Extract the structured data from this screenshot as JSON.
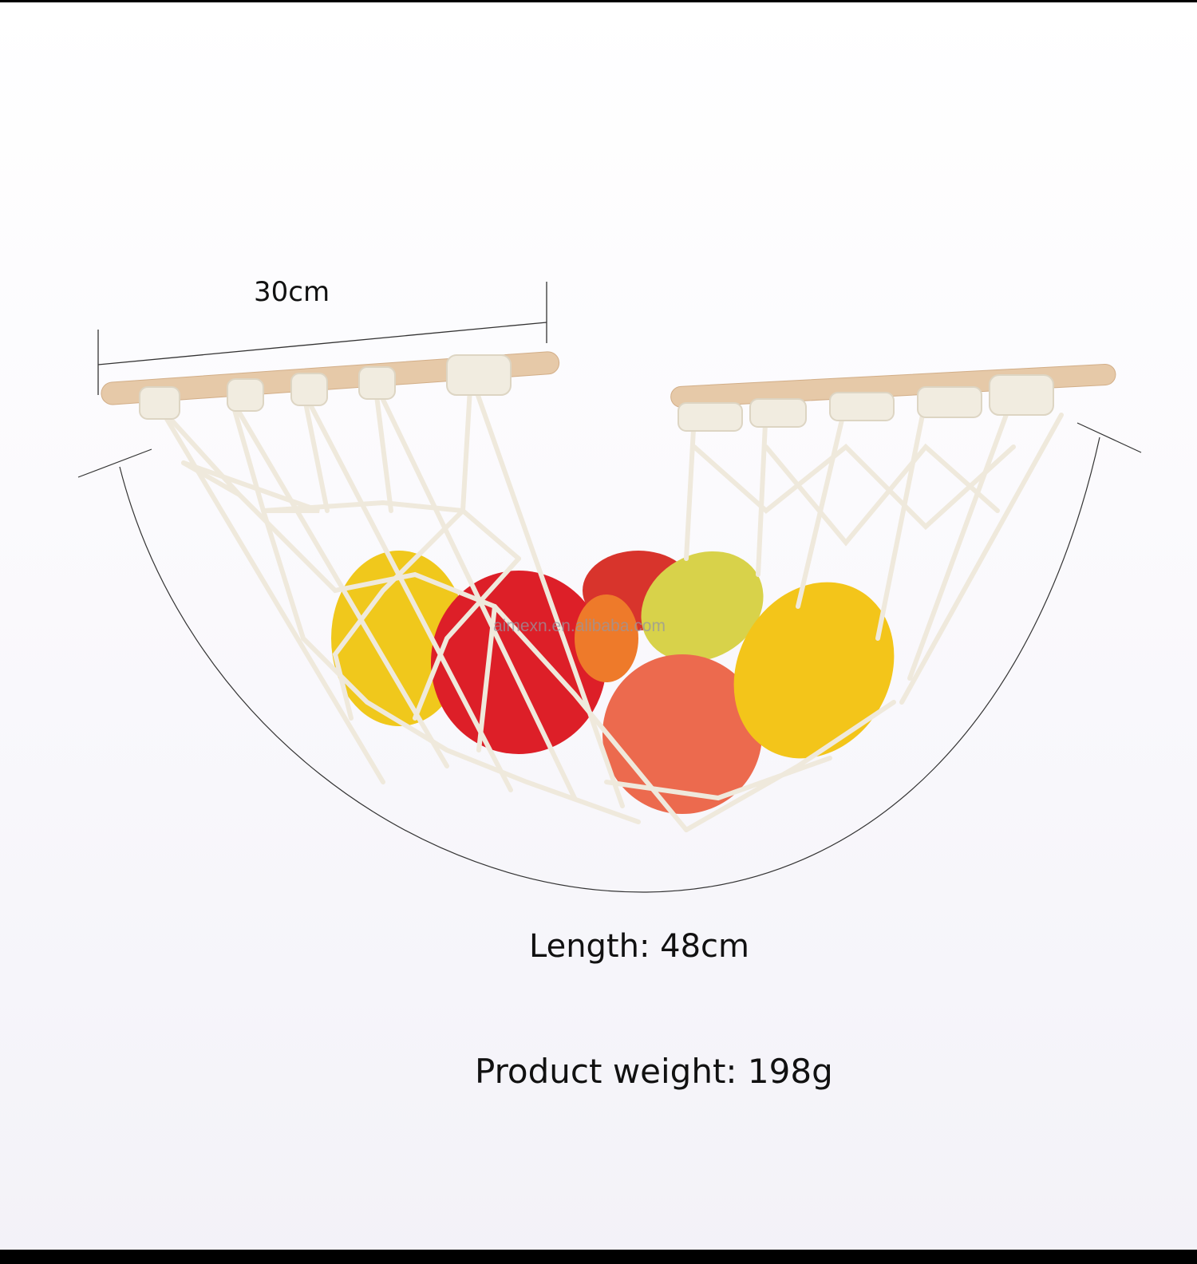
{
  "dimensions": {
    "rod_width": "30cm",
    "length": "Length: 48cm",
    "weight": "Product weight: 198g"
  },
  "watermark": "aimexn.en.alibaba.com",
  "colors": {
    "rope": "#f1ece0",
    "wood": "#e6c9a8",
    "apple_red": "#e0222a",
    "lemon": "#f2c81e",
    "peach": "#ee6a4c",
    "background": "#f8f7fb"
  }
}
